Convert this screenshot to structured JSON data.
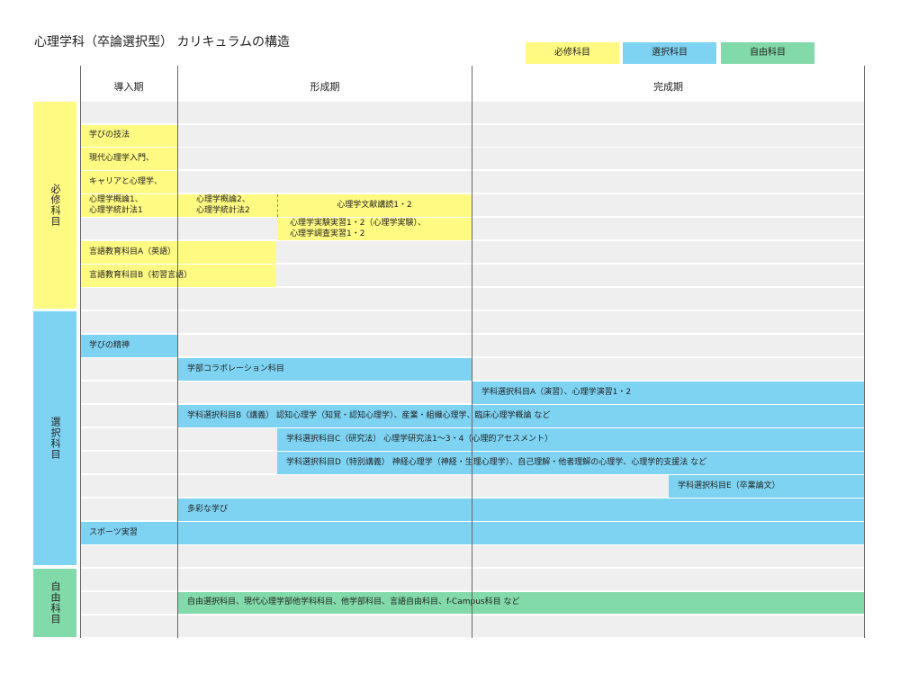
{
  "title": "心理学科（卒論選択型） カリキュラムの構造",
  "legend": {
    "required": "必修科目",
    "elective": "選択科目",
    "free": "自由科目"
  },
  "phases": {
    "intro": "導入期",
    "formation": "形成期",
    "completion": "完成期"
  },
  "categories": {
    "required": "必修科目",
    "elective": "選択科目",
    "free": "自由科目"
  },
  "required": {
    "manabi_gihou": "学びの技法",
    "gendai": "現代心理学入門、",
    "career": "キャリアと心理学、",
    "gairon1": "心理学概論1、\n心理学統計法1",
    "gairon2": "心理学概論2、\n心理学統計法2",
    "bunken": "心理学文献講読1・2",
    "jisshu": "心理学実験実習1・2（心理学実験）、\n心理学調査実習1・2",
    "gengoA": "言語教育科目A（英語）",
    "gengoB": "言語教育科目B（初習言語）"
  },
  "elective": {
    "seishin": "学びの精神",
    "collab": "学部コラボレーション科目",
    "kamokuA": "学科選択科目A（演習）、心理学演習1・2",
    "kamokuB": "学科選択科目B（講義） 認知心理学（知覚・認知心理学）、産業・組織心理学、臨床心理学概論 など",
    "kamokuC": "学科選択科目C（研究法） 心理学研究法1～3・4（心理的アセスメント）",
    "kamokuD": "学科選択科目D（特別講義） 神経心理学（神経・生理心理学）、自己理解・他者理解の心理学、心理学的支援法 など",
    "kamokuE": "学科選択科目E（卒業論文）",
    "tasai": "多彩な学び",
    "sports": "スポーツ実習"
  },
  "free": {
    "jiyu": "自由選択科目、現代心理学部他学科科目、他学部科目、言語自由科目、f-Campus科目 など"
  },
  "colors": {
    "required": "#fffa82",
    "elective": "#7ed3f3",
    "free": "#82d9a9",
    "grid": "#efefef"
  }
}
